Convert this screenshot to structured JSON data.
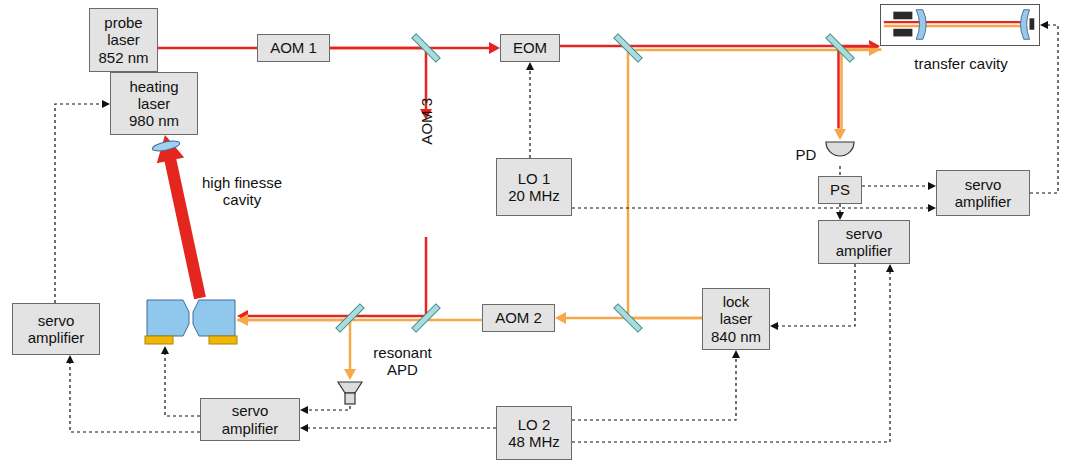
{
  "diagram": {
    "nodes": [
      {
        "text": [
          "probe laser 852 nm"
        ]
      },
      {
        "text": [
          "AOM 1"
        ]
      },
      {
        "text": [
          "EOM"
        ]
      },
      {
        "text": [
          "transfer cavity"
        ]
      },
      {
        "text": [
          "heating laser 980 nm"
        ]
      },
      {
        "text": [
          "PD"
        ]
      },
      {
        "text": [
          "PS"
        ]
      },
      {
        "text": [
          "AOM 3"
        ]
      },
      {
        "text": [
          "LO 1 20 MHz"
        ]
      },
      {
        "text": [
          "servo amplifier"
        ]
      },
      {
        "text": [
          "servo amplifier"
        ]
      },
      {
        "text": [
          "high finesse cavity"
        ]
      },
      {
        "text": [
          "lock laser 840 nm"
        ]
      },
      {
        "text": [
          "servo amplifier"
        ]
      },
      {
        "text": [
          "AOM 2"
        ]
      },
      {
        "text": [
          "resonant APD"
        ]
      },
      {
        "text": [
          "servo amplifier"
        ]
      },
      {
        "text": [
          "LO 2 48 MHz"
        ]
      }
    ],
    "edges": [
      {
        "from": 0,
        "to": 1,
        "arrow": "none"
      },
      {
        "from": 1,
        "to": 2,
        "arrow": "to"
      },
      {
        "from": 2,
        "to": 3,
        "arrow": "to"
      },
      {
        "from": 12,
        "to": 3,
        "arrow": "to"
      },
      {
        "from": 3,
        "to": 5,
        "arrow": "to"
      },
      {
        "from": 1,
        "to": 7,
        "arrow": "to"
      },
      {
        "from": 7,
        "to": 11,
        "arrow": "to"
      },
      {
        "from": 12,
        "to": 14,
        "arrow": "to"
      },
      {
        "from": 14,
        "to": 11,
        "arrow": "to"
      },
      {
        "from": 11,
        "to": 15,
        "arrow": "to"
      },
      {
        "from": 11,
        "to": 4,
        "arrow": "to"
      },
      {
        "from": 5,
        "to": 6,
        "arrow": "none"
      },
      {
        "from": 6,
        "to": 9,
        "arrow": "to"
      },
      {
        "from": 8,
        "to": 2,
        "arrow": "to"
      },
      {
        "from": 8,
        "to": 9,
        "arrow": "to"
      },
      {
        "from": 6,
        "to": 10,
        "arrow": "to"
      },
      {
        "from": 9,
        "to": 3,
        "arrow": "to"
      },
      {
        "from": 10,
        "to": 12,
        "arrow": "to"
      },
      {
        "from": 17,
        "to": 12,
        "arrow": "to"
      },
      {
        "from": 17,
        "to": 10,
        "arrow": "to"
      },
      {
        "from": 17,
        "to": 16,
        "arrow": "to"
      },
      {
        "from": 15,
        "to": 16,
        "arrow": "to"
      },
      {
        "from": 16,
        "to": 13,
        "arrow": "to"
      },
      {
        "from": 16,
        "to": 11,
        "arrow": "to"
      },
      {
        "from": 13,
        "to": 4,
        "arrow": "to"
      }
    ]
  }
}
